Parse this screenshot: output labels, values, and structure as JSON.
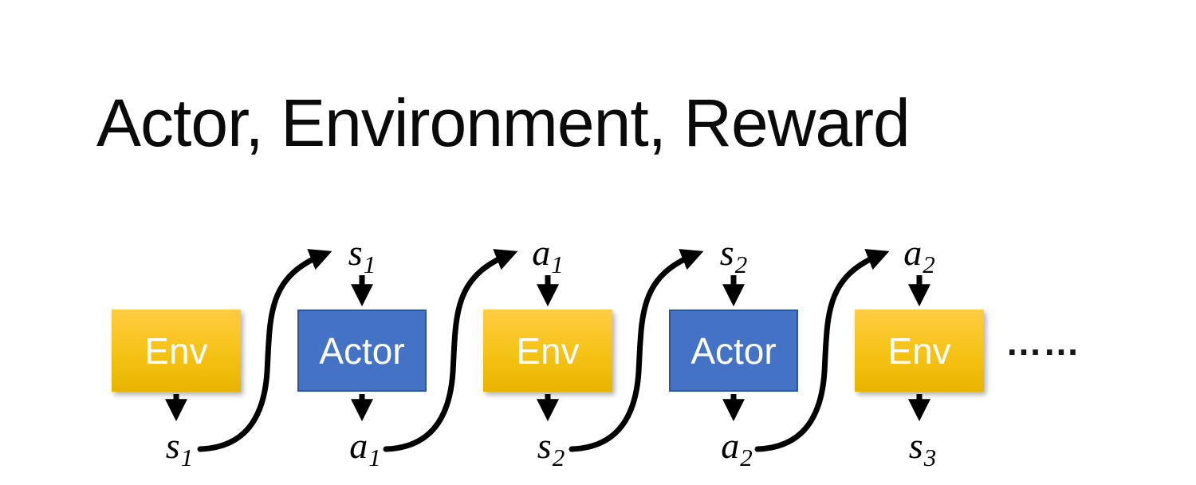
{
  "title": "Actor, Environment, Reward",
  "colors": {
    "title_color": "#0a0a0a",
    "env_top": "#FFCC42",
    "env_bottom": "#E9B400",
    "actor_fill": "#4472C4",
    "actor_border": "#2E5597",
    "box_text": "#FFFFFF",
    "arrow": "#000000"
  },
  "diagram": {
    "boxes": [
      {
        "label": "Env",
        "type": "env"
      },
      {
        "label": "Actor",
        "type": "actor"
      },
      {
        "label": "Env",
        "type": "env"
      },
      {
        "label": "Actor",
        "type": "actor"
      },
      {
        "label": "Env",
        "type": "env"
      }
    ],
    "top_labels": [
      {
        "base": "s",
        "sub": "1"
      },
      {
        "base": "a",
        "sub": "1"
      },
      {
        "base": "s",
        "sub": "2"
      },
      {
        "base": "a",
        "sub": "2"
      }
    ],
    "bottom_labels": [
      {
        "base": "s",
        "sub": "1"
      },
      {
        "base": "a",
        "sub": "1"
      },
      {
        "base": "s",
        "sub": "2"
      },
      {
        "base": "a",
        "sub": "2"
      },
      {
        "base": "s",
        "sub": "3"
      }
    ],
    "ellipsis": "……"
  }
}
